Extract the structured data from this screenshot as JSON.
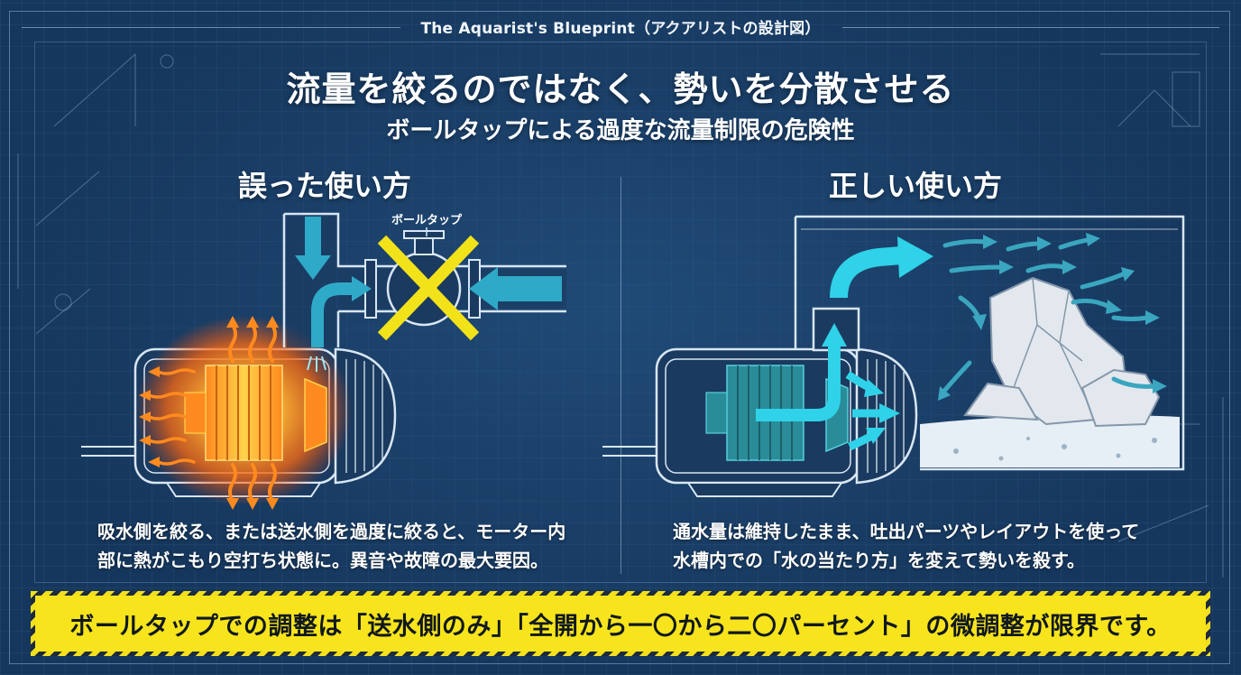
{
  "header": {
    "text": "The Aquarist's Blueprint（アクアリストの設計図）"
  },
  "title": "流量を絞るのではなく、勢いを分散させる",
  "subtitle": "ボールタップによる過度な流量制限の危険性",
  "left": {
    "heading": "誤った使い方",
    "valve_label": "ボールタップ",
    "description_line1": "吸水側を絞る、または送水側を過度に絞ると、モーター内",
    "description_line2": "部に熱がこもり空打ち状態に。異音や故障の最大要因。"
  },
  "right": {
    "heading": "正しい使い方",
    "description_line1": "通水量は維持したまま、吐出パーツやレイアウトを使って",
    "description_line2": "水槽内での「水の当たり方」を変えて勢いを殺す。"
  },
  "banner": {
    "text": "ボールタップでの調整は「送水側のみ」「全開から一〇から二〇パーセント」の微調整が限界です。"
  },
  "colors": {
    "background": "#16375d",
    "heat_orange": "#ff7a1a",
    "water_cyan": "#2fd2e8",
    "warning_yellow": "#f7e41c",
    "x_mark": "#f2e21a"
  },
  "icons": [
    "warning-x-icon",
    "heat-arrow-icon",
    "water-flow-arrow-icon"
  ]
}
